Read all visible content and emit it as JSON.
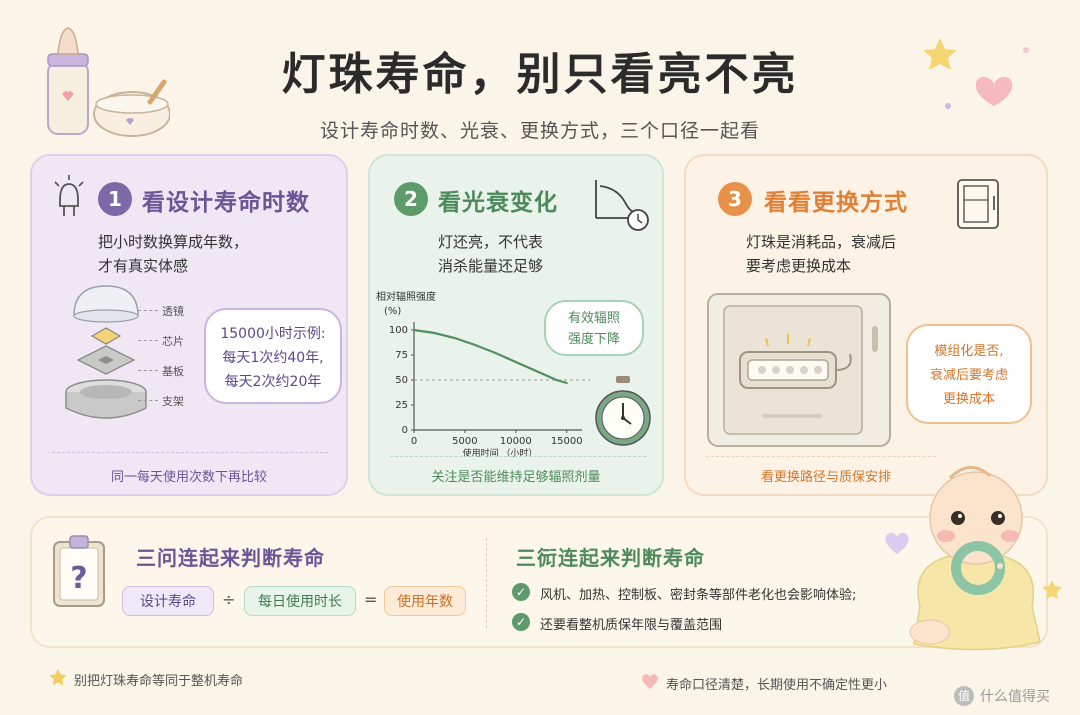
{
  "header": {
    "title": "灯珠寿命，别只看亮不亮",
    "subtitle": "设计寿命时数、光衰、更换方式，三个口径一起看"
  },
  "panel1": {
    "number": "1",
    "title": "看设计寿命时数",
    "desc_line1": "把小时数换算成年数，",
    "desc_line2": "才有真实体感",
    "layers": [
      "透镜",
      "芯片",
      "基板",
      "支架"
    ],
    "bubble_line1": "15000小时示例:",
    "bubble_line2": "每天1次约40年,",
    "bubble_line3": "每天2次约20年",
    "footer": "同一每天使用次数下再比较",
    "color": "#7d69a8"
  },
  "panel2": {
    "number": "2",
    "title": "看光衰变化",
    "desc_line1": "灯还亮，不代表",
    "desc_line2": "消杀能量还足够",
    "bubble_line1": "有效辐照",
    "bubble_line2": "强度下降",
    "footer": "关注是否能维持足够辐照剂量",
    "color": "#5d9b6b"
  },
  "panel3": {
    "number": "3",
    "title": "看看更换方式",
    "desc_line1": "灯珠是消耗品，衰减后",
    "desc_line2": "要考虑更换成本",
    "bubble_line1": "模组化是否,",
    "bubble_line2": "衰减后要考虑",
    "bubble_line3": "更换成本",
    "footer": "看更换路径与质保安排",
    "color": "#e9914a"
  },
  "chart_data": {
    "type": "line",
    "ylabel_line1": "相对辐照强度",
    "ylabel_line2": "(%)",
    "xlabel": "使用时间 （小时）",
    "x_ticks": [
      0,
      5000,
      10000,
      15000
    ],
    "y_ticks": [
      0,
      25,
      50,
      75,
      100
    ],
    "xlim": [
      0,
      16500
    ],
    "ylim": [
      0,
      100
    ],
    "reference_y": 50,
    "series": [
      {
        "x": [
          0,
          2000,
          4000,
          6000,
          8000,
          10000,
          12000,
          14000,
          15000
        ],
        "y": [
          100,
          97,
          92,
          85,
          77,
          68,
          59,
          50,
          47
        ]
      }
    ],
    "line_color": "#4f8f60"
  },
  "bottom": {
    "left_title": "三问连起来判断寿命",
    "formula": {
      "a": "设计寿命",
      "op1": "÷",
      "b": "每日使用时长",
      "op2": "=",
      "c": "使用年数"
    },
    "right_title": "三衏连起来判断寿命",
    "items": [
      "风机、加热、控制板、密封条等部件老化也会影响体验;",
      "还要看整机质保年限与覆盖范围"
    ]
  },
  "footer": {
    "left_note": "别把灯珠寿命等同于整机寿命",
    "right_note": "寿命口径清楚，长期使用不确定性更小",
    "watermark": "什么值得买"
  }
}
